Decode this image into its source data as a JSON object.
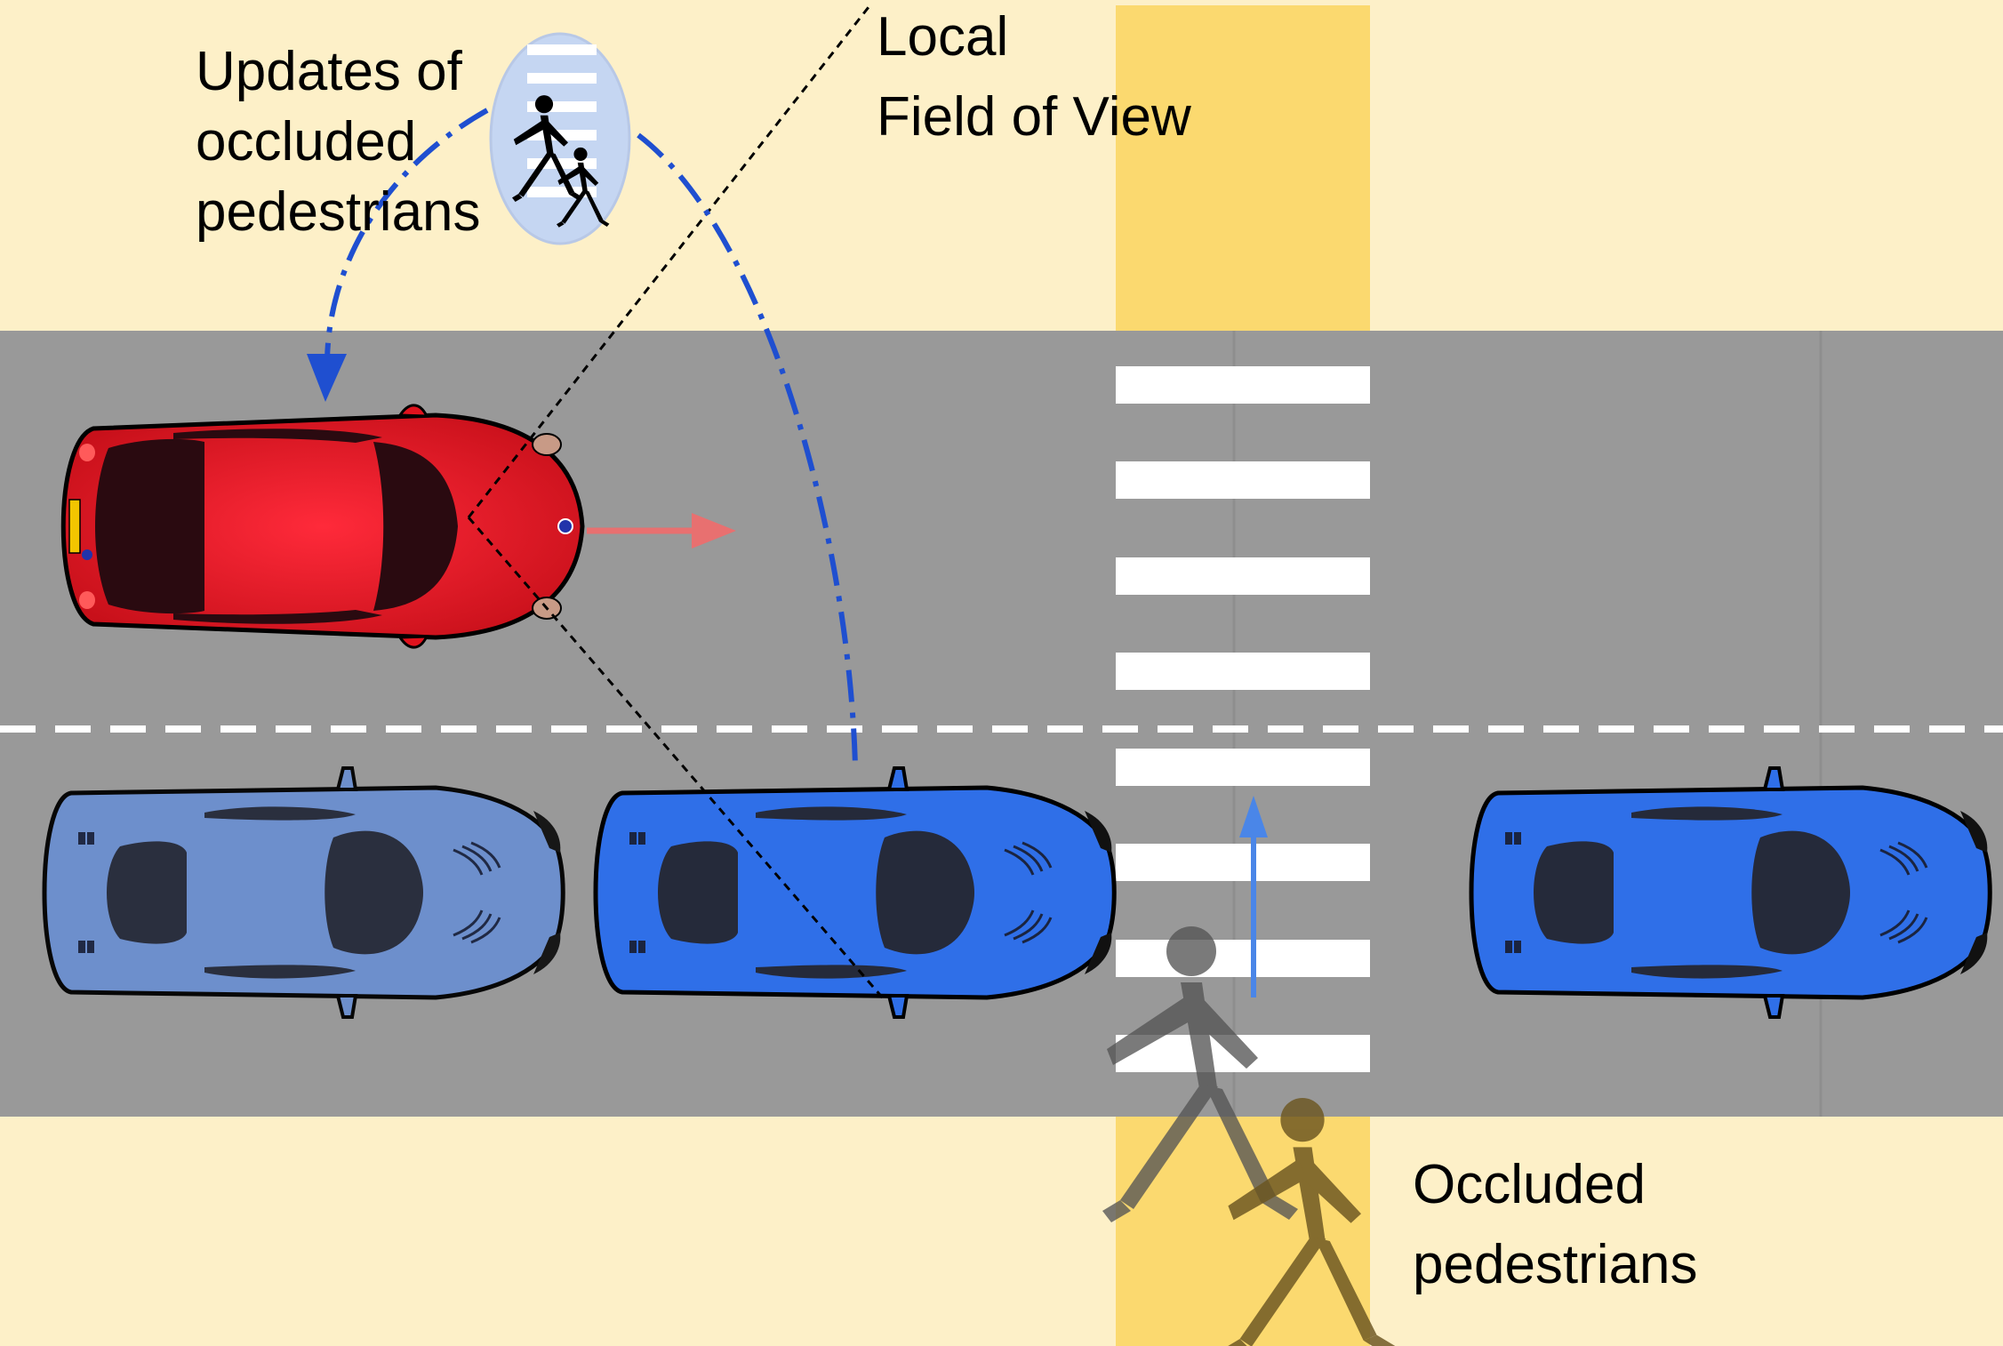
{
  "labels": {
    "updates_line1": "Updates of",
    "updates_line2": "occluded",
    "updates_line3": "pedestrians",
    "fov_line1": "Local",
    "fov_line2": "Field of View",
    "occluded_line1": "Occluded",
    "occluded_line2": "pedestrians"
  },
  "colors": {
    "sidewalk": "#fdf0c8",
    "road": "#999999",
    "crosswalk_yellow": "#fbd96f",
    "stripe_white": "#ffffff",
    "ego_car_red": "#e0121d",
    "car_blue": "#2f6fe8",
    "car_blue_faded": "#6b8fcf",
    "update_path_blue": "#1f4fd0",
    "direction_arrow_red": "#e87070",
    "pedestrian_arrow_blue": "#4a86e8",
    "bubble_fill": "#c5d6f2"
  },
  "icons": {
    "bubble": "pedestrian-crossing-sign-icon",
    "red_car": "red-car-icon",
    "blue_car": "blue-car-icon",
    "pedestrians": "pedestrian-icon"
  }
}
